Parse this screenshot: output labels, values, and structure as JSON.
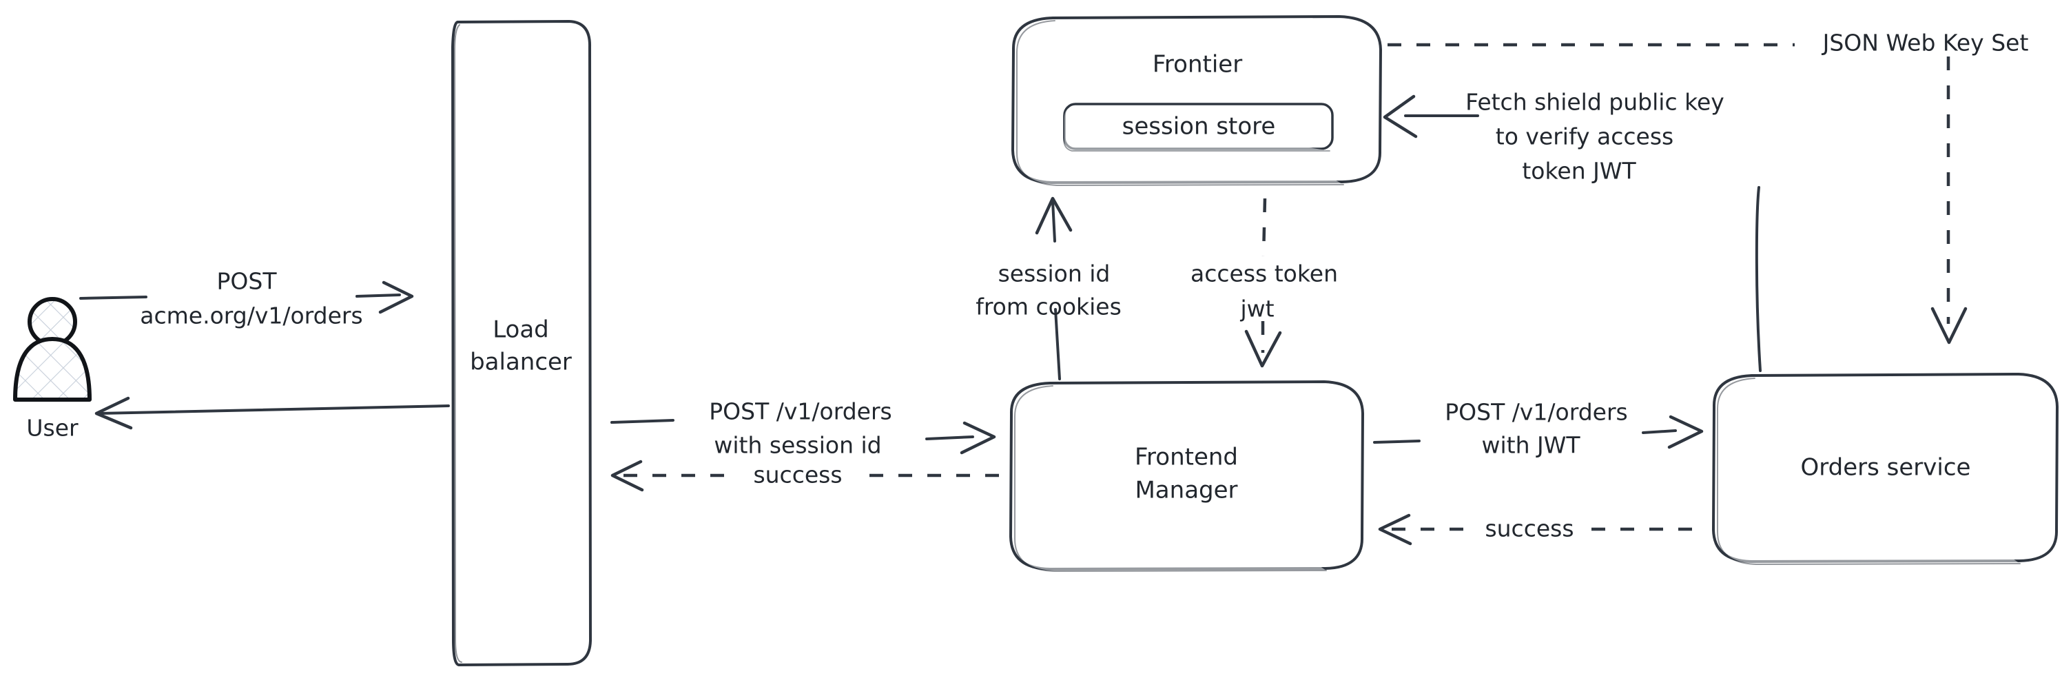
{
  "diagram": {
    "title": "Frontier session to JWT auth flow",
    "style": "hand-drawn architecture diagram",
    "background_color": "#ffffff",
    "stroke_color": "#2f3640",
    "text_color": "#22272e",
    "actor_hatch_color": "#c7cfda"
  },
  "nodes": [
    {
      "id": "user",
      "label": "User",
      "shape": "actor"
    },
    {
      "id": "load_balancer",
      "label_line1": "Load",
      "label_line2": "balancer",
      "shape": "rounded-rect-tall"
    },
    {
      "id": "frontier",
      "label": "Frontier",
      "shape": "rounded-rect"
    },
    {
      "id": "session_store",
      "label": "session store",
      "shape": "rounded-rect-inner"
    },
    {
      "id": "frontend_manager",
      "label_line1": "Frontend",
      "label_line2": "Manager",
      "shape": "rounded-rect"
    },
    {
      "id": "orders_service",
      "label": "Orders service",
      "shape": "rounded-rect"
    }
  ],
  "edges": [
    {
      "id": "user-to-lb",
      "from": "user",
      "to": "load_balancer",
      "style": "solid",
      "direction": "right",
      "label_line1": "POST",
      "label_line2": "acme.org/v1/orders"
    },
    {
      "id": "lb-to-user",
      "from": "load_balancer",
      "to": "user",
      "style": "solid",
      "direction": "left",
      "label_line1": "",
      "label_line2": ""
    },
    {
      "id": "lb-to-fm",
      "from": "load_balancer",
      "to": "frontend_manager",
      "style": "solid",
      "direction": "right",
      "label_line1": "POST /v1/orders",
      "label_line2": "with session id"
    },
    {
      "id": "fm-to-lb",
      "from": "frontend_manager",
      "to": "load_balancer",
      "style": "dashed",
      "direction": "left",
      "label_line1": "success",
      "label_line2": ""
    },
    {
      "id": "fm-to-frontier",
      "from": "frontend_manager",
      "to": "frontier",
      "style": "solid",
      "direction": "up",
      "label_line1": "session id",
      "label_line2": "from cookies"
    },
    {
      "id": "frontier-to-fm",
      "from": "frontier",
      "to": "frontend_manager",
      "style": "dashed",
      "direction": "down",
      "label_line1": "access token",
      "label_line2": "jwt"
    },
    {
      "id": "fm-to-orders",
      "from": "frontend_manager",
      "to": "orders_service",
      "style": "solid",
      "direction": "right",
      "label_line1": "POST /v1/orders",
      "label_line2": "with JWT"
    },
    {
      "id": "orders-to-fm",
      "from": "orders_service",
      "to": "frontend_manager",
      "style": "dashed",
      "direction": "left",
      "label_line1": "success",
      "label_line2": ""
    },
    {
      "id": "orders-to-frontier",
      "from": "orders_service",
      "to": "frontier",
      "style": "solid",
      "direction": "left",
      "label_line1": "Fetch shield public key",
      "label_line2": "to verify access",
      "label_line3": "token JWT"
    },
    {
      "id": "frontier-to-orders-jwks",
      "from": "frontier",
      "to": "orders_service",
      "style": "dashed",
      "direction": "right-then-down",
      "label_line1": "JSON Web Key Set",
      "label_line2": ""
    }
  ],
  "labels": {
    "user": "User",
    "load_balancer_l1": "Load",
    "load_balancer_l2": "balancer",
    "frontier": "Frontier",
    "session_store": "session store",
    "frontend_manager_l1": "Frontend",
    "frontend_manager_l2": "Manager",
    "orders_service": "Orders service",
    "post_acme_l1": "POST",
    "post_acme_l2": "acme.org/v1/orders",
    "lb_fm_l1": "POST /v1/orders",
    "lb_fm_l2": "with session id",
    "success_left": "success",
    "session_id_l1": "session id",
    "session_id_l2": "from cookies",
    "access_token_l1": "access token",
    "access_token_l2": "jwt",
    "fm_orders_l1": "POST /v1/orders",
    "fm_orders_l2": "with JWT",
    "success_right": "success",
    "fetch_key_l1": "Fetch shield public key",
    "fetch_key_l2": "to verify access",
    "fetch_key_l3": "token JWT",
    "jwks": "JSON Web Key Set"
  }
}
